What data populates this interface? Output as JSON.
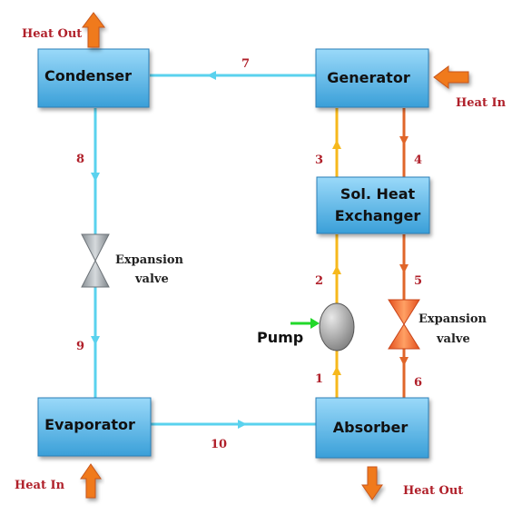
{
  "boxes": {
    "condenser": "Condenser",
    "generator": "Generator",
    "shx_line1": "Sol. Heat",
    "shx_line2": "Exchanger",
    "evaporator": "Evaporator",
    "absorber": "Absorber"
  },
  "labels": {
    "heat_out_top": "Heat Out",
    "heat_in_right": "Heat In",
    "heat_in_bottom": "Heat In",
    "heat_out_bottom": "Heat Out",
    "exp_valve_left_1": "Expansion",
    "exp_valve_left_2": "valve",
    "exp_valve_right_1": "Expansion",
    "exp_valve_right_2": "valve",
    "pump": "Pump"
  },
  "streams": {
    "s1": "1",
    "s2": "2",
    "s3": "3",
    "s4": "4",
    "s5": "5",
    "s6": "6",
    "s7": "7",
    "s8": "8",
    "s9": "9",
    "s10": "10"
  },
  "colors": {
    "box_fill_top": "#8ed3f7",
    "box_fill_bottom": "#3fa6de",
    "box_stroke": "#2b7fb8",
    "cyan_line": "#5ad2ee",
    "yellow_line": "#f6b81c",
    "orange_line": "#e0662a",
    "heat_arrow": "#f07a1e",
    "label_red": "#b0202a",
    "pump_arrow": "#22d82a"
  }
}
